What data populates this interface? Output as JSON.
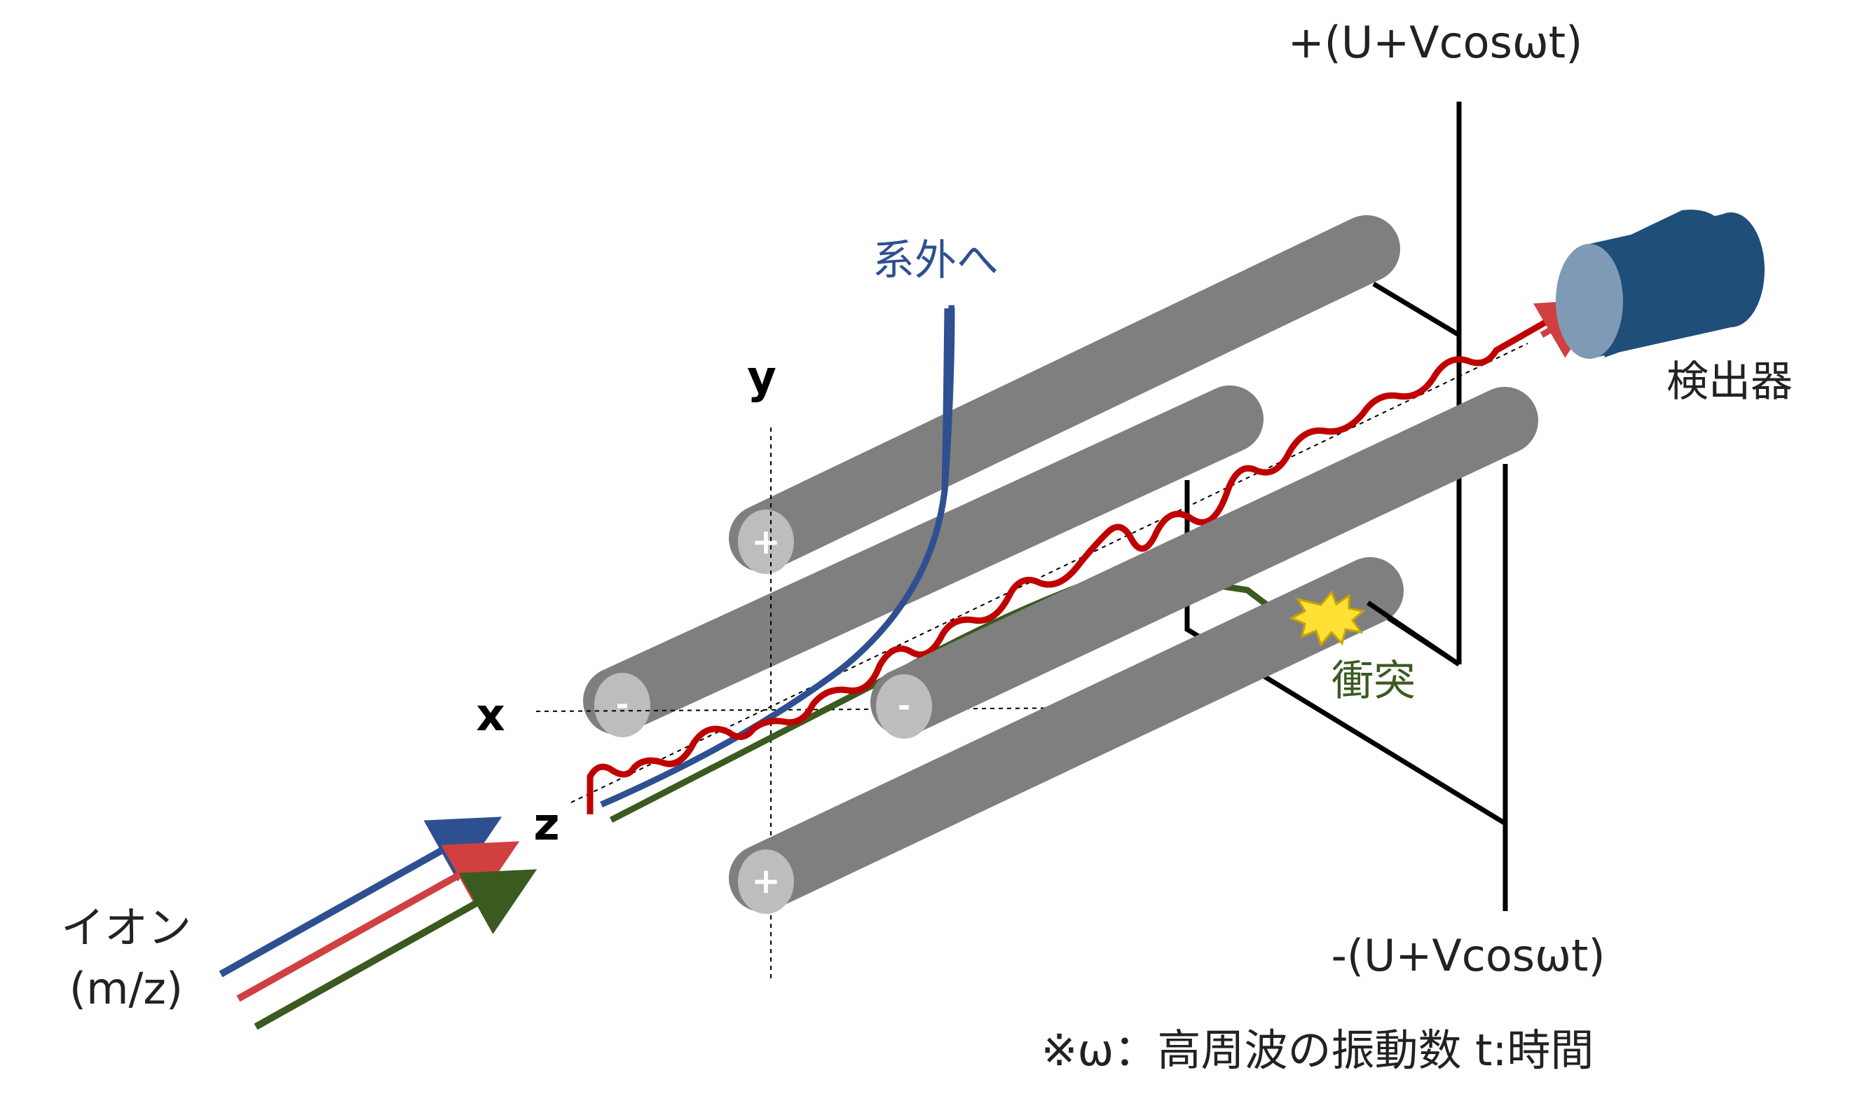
{
  "colors": {
    "rod": "#7f7f7f",
    "rod_end": "#bdbdbd",
    "blue": "#2e5090",
    "red": "#c00000",
    "red_arrow": "#d04040",
    "green": "#3a5a20",
    "detector_body": "#1f4e79",
    "detector_face": "#7f9ab5",
    "collision": "#ffe135",
    "wire": "#000000"
  },
  "labels": {
    "voltage_plus": "+(U+Vcosωt)",
    "voltage_minus": "-(U+Vcosωt)",
    "detector": "検出器",
    "out_of_system": "系外へ",
    "collision": "衝突",
    "ion_line1": "イオン",
    "ion_line2": "(m/z)",
    "axis_x": "x",
    "axis_y": "y",
    "axis_z": "z",
    "note": "※ω：高周波の振動数 t:時間",
    "rod_upper_sign": "+",
    "rod_lower_sign": "+",
    "rod_left_sign": "-",
    "rod_right_sign": "-"
  },
  "icons": {
    "collision": "collision-burst-icon",
    "detector": "detector-cylinder-icon"
  }
}
